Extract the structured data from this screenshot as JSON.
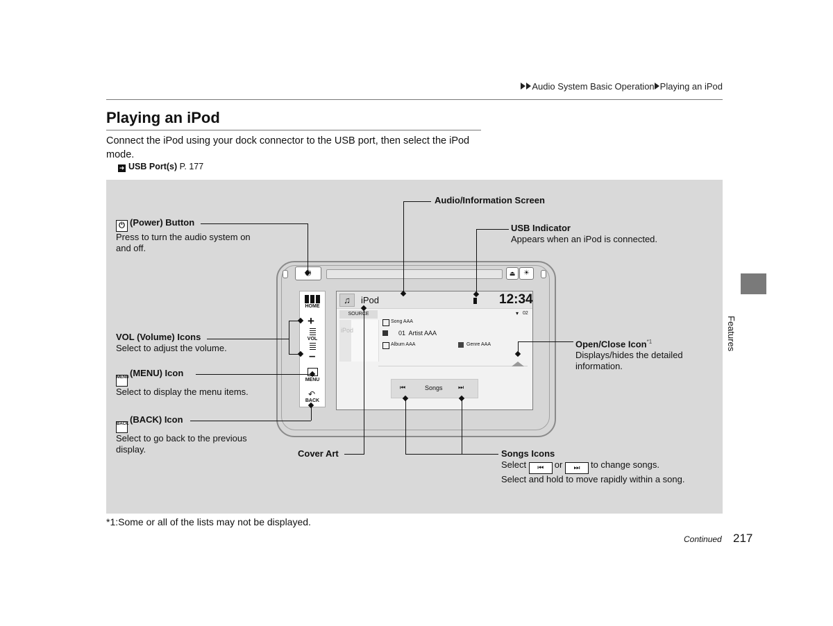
{
  "breadcrumb": {
    "part1": "Audio System Basic Operation",
    "part2": "Playing an iPod"
  },
  "page_title": "Playing an iPod",
  "intro": "Connect the iPod using your dock connector to the USB port, then select the iPod mode.",
  "xref": {
    "label": "USB Port(s)",
    "page": "P. 177"
  },
  "callouts": {
    "power": {
      "title": "(Power) Button",
      "desc": "Press to turn the audio system on and off."
    },
    "audio_screen": {
      "title": "Audio/Information Screen"
    },
    "usb": {
      "title": "USB Indicator",
      "desc": "Appears when an iPod is connected."
    },
    "vol": {
      "title": "VOL (Volume) Icons",
      "desc": "Select to adjust the volume."
    },
    "menu": {
      "title": "(MENU) Icon",
      "desc": "Select to display the menu items."
    },
    "back": {
      "title": "(BACK) Icon",
      "desc": "Select to go back to the previous display."
    },
    "open_close": {
      "title": "Open/Close Icon",
      "sup": "*1",
      "desc": "Displays/hides the detailed information."
    },
    "cover_art": {
      "title": "Cover Art"
    },
    "songs": {
      "title": "Songs Icons",
      "desc1a": "Select",
      "desc1b": "or",
      "desc1c": "to change songs.",
      "desc2": "Select and hold to move rapidly within a song."
    }
  },
  "screen": {
    "source_name": "iPod",
    "clock": "12:34",
    "source_tab": "SOURCE",
    "track_num": "02",
    "song": "Song AAA",
    "artist_line": "01  Artist AAA",
    "album": "Album AAA",
    "genre": "Genre AAA",
    "songs_label": "Songs",
    "cover_label": "iPod"
  },
  "side_panel": {
    "home": "HOME",
    "vol": "VOL",
    "menu": "MENU",
    "back": "BACK"
  },
  "icon_labels": {
    "menu_small": "MENU",
    "back_small": "BACK"
  },
  "footnote": "*1:Some or all of the lists may not be displayed.",
  "continued": "Continued",
  "page_number": "217",
  "side_tab": "Features"
}
